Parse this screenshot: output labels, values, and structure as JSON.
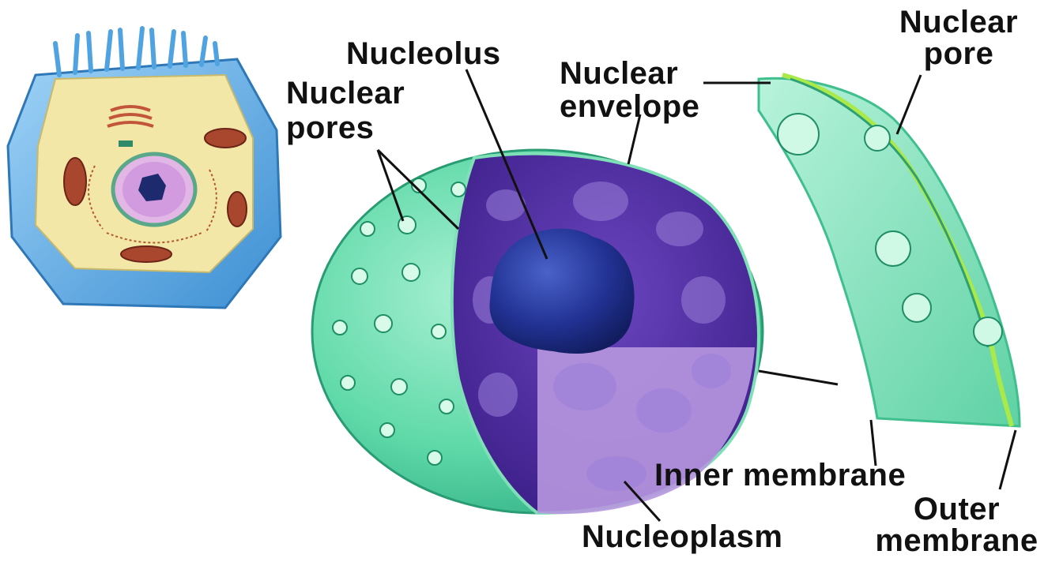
{
  "labels": {
    "nuclear_pore": "Nuclear pore",
    "nucleolus": "Nucleolus",
    "nuclear_pores": "Nuclear pores",
    "nuclear_envelope": "Nuclear envelope",
    "inner_membrane": "Inner membrane",
    "outer_membrane": "Outer membrane",
    "nucleoplasm": "Nucleoplasm"
  },
  "colors": {
    "cell_wall": "#6fb4e8",
    "cytoplasm": "#f3e7a8",
    "nucleus_shell": "#5fd9a8",
    "nucleus_interior": "#4b2a9a",
    "nucleolus": "#1f2f8a",
    "nucleoplasm_light": "#c7a8e6",
    "envelope_piece": "#7fe0b8",
    "leader_line": "#111111"
  }
}
